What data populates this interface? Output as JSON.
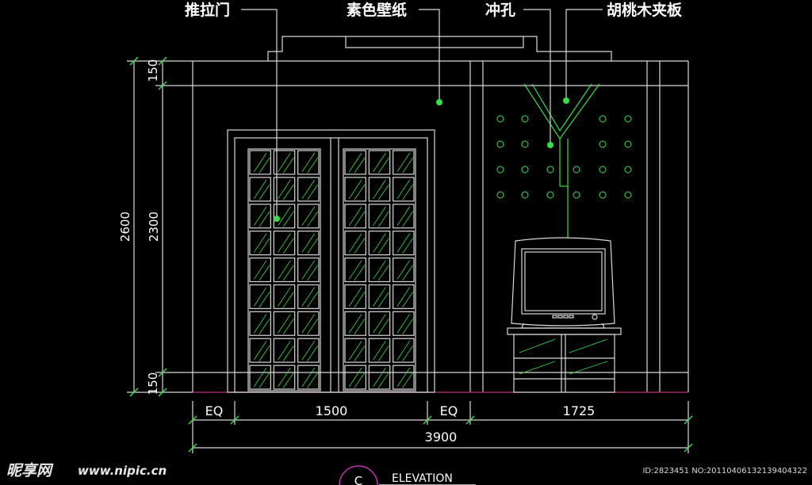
{
  "callouts": [
    {
      "text": "推拉门"
    },
    {
      "text": "素色壁纸"
    },
    {
      "text": "冲孔"
    },
    {
      "text": "胡桃木夹板"
    }
  ],
  "dimensions": {
    "horizontal": [
      "EQ",
      "1500",
      "EQ",
      "1725"
    ],
    "total": "3900",
    "vertical_total": "2600",
    "vertical_parts": [
      "150",
      "2300",
      "150"
    ]
  },
  "elevation": {
    "symbol": "C",
    "label": "ELEVATION"
  },
  "watermark": {
    "logo": "昵享网",
    "url": "www.nipic.cn",
    "id": "ID:2823451 NO:20110406132139404322"
  },
  "colors": {
    "background": "#000000",
    "lines": "#d8d8d8",
    "accent_green": "#35e04a",
    "floor_line": "#c0307a"
  }
}
